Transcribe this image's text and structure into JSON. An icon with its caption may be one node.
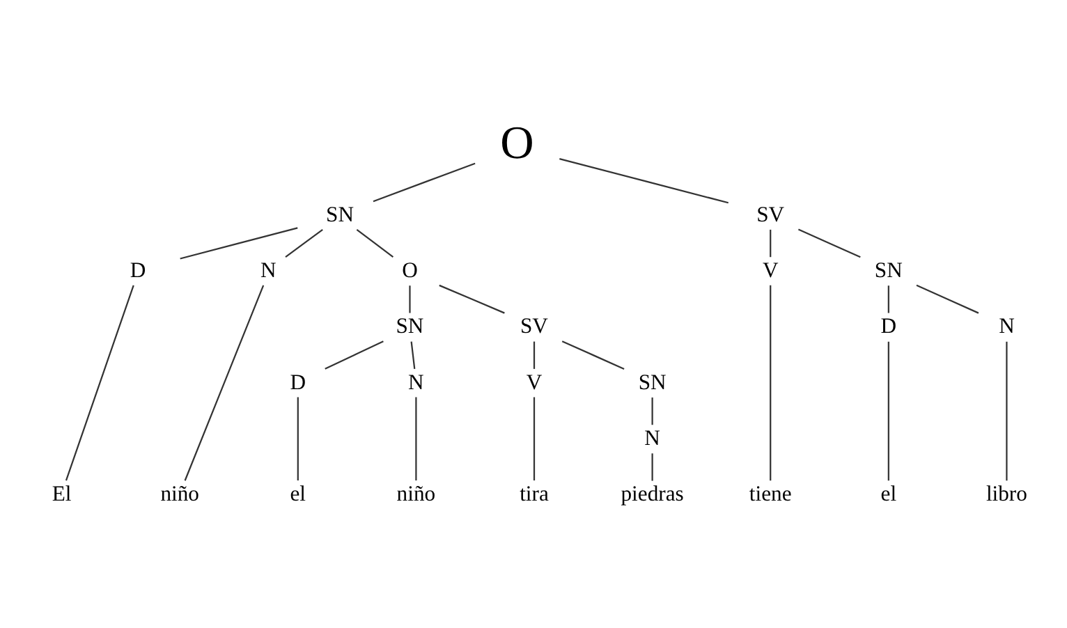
{
  "diagram": {
    "nodes": [
      {
        "text": [
          "O"
        ]
      },
      {
        "text": [
          "SN"
        ]
      },
      {
        "text": [
          "SV"
        ]
      },
      {
        "text": [
          "D"
        ]
      },
      {
        "text": [
          "N"
        ]
      },
      {
        "text": [
          "V"
        ]
      },
      {
        "text": [
          "SN"
        ]
      },
      {
        "text": [
          "O"
        ]
      },
      {
        "text": [
          "SN"
        ]
      },
      {
        "text": [
          "SV"
        ]
      },
      {
        "text": [
          "D"
        ]
      },
      {
        "text": [
          "N"
        ]
      },
      {
        "text": [
          "D"
        ]
      },
      {
        "text": [
          "N"
        ]
      },
      {
        "text": [
          "V"
        ]
      },
      {
        "text": [
          "SN"
        ]
      },
      {
        "text": [
          "N"
        ]
      },
      {
        "text": [
          "El"
        ]
      },
      {
        "text": [
          "niño"
        ]
      },
      {
        "text": [
          "el"
        ]
      },
      {
        "text": [
          "niño"
        ]
      },
      {
        "text": [
          "tira"
        ]
      },
      {
        "text": [
          "piedras"
        ]
      },
      {
        "text": [
          "tiene"
        ]
      },
      {
        "text": [
          "el"
        ]
      },
      {
        "text": [
          "libro"
        ]
      }
    ],
    "edges": [
      {
        "from": 0,
        "to": 1,
        "arrow": "none"
      },
      {
        "from": 0,
        "to": 2,
        "arrow": "none"
      },
      {
        "from": 1,
        "to": 3,
        "arrow": "none"
      },
      {
        "from": 1,
        "to": 4,
        "arrow": "none"
      },
      {
        "from": 1,
        "to": 7,
        "arrow": "none"
      },
      {
        "from": 2,
        "to": 5,
        "arrow": "none"
      },
      {
        "from": 2,
        "to": 6,
        "arrow": "none"
      },
      {
        "from": 3,
        "to": 17,
        "arrow": "none"
      },
      {
        "from": 4,
        "to": 18,
        "arrow": "none"
      },
      {
        "from": 7,
        "to": 8,
        "arrow": "none"
      },
      {
        "from": 7,
        "to": 9,
        "arrow": "none"
      },
      {
        "from": 8,
        "to": 12,
        "arrow": "none"
      },
      {
        "from": 8,
        "to": 13,
        "arrow": "none"
      },
      {
        "from": 9,
        "to": 14,
        "arrow": "none"
      },
      {
        "from": 9,
        "to": 15,
        "arrow": "none"
      },
      {
        "from": 15,
        "to": 16,
        "arrow": "none"
      },
      {
        "from": 12,
        "to": 19,
        "arrow": "none"
      },
      {
        "from": 13,
        "to": 20,
        "arrow": "none"
      },
      {
        "from": 14,
        "to": 21,
        "arrow": "none"
      },
      {
        "from": 16,
        "to": 22,
        "arrow": "none"
      },
      {
        "from": 5,
        "to": 23,
        "arrow": "none"
      },
      {
        "from": 6,
        "to": 10,
        "arrow": "none"
      },
      {
        "from": 6,
        "to": 11,
        "arrow": "none"
      },
      {
        "from": 10,
        "to": 24,
        "arrow": "none"
      },
      {
        "from": 11,
        "to": 25,
        "arrow": "none"
      }
    ]
  }
}
